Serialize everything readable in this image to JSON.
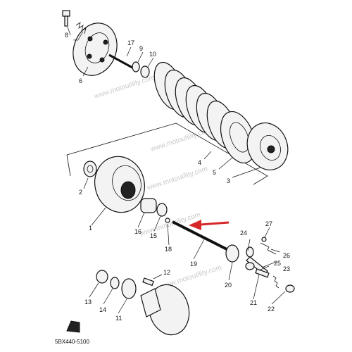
{
  "diagram": {
    "callouts": [
      "1",
      "2",
      "3",
      "4",
      "5",
      "6",
      "7",
      "8",
      "9",
      "10",
      "11",
      "12",
      "13",
      "14",
      "15",
      "16",
      "17",
      "18",
      "19",
      "20",
      "21",
      "22",
      "23",
      "24",
      "25",
      "26",
      "27"
    ],
    "watermark": "www.motoutility.com",
    "drawing_code": "5BX440-5100",
    "colors": {
      "arrow": "#d62828",
      "ink": "#111111"
    }
  }
}
